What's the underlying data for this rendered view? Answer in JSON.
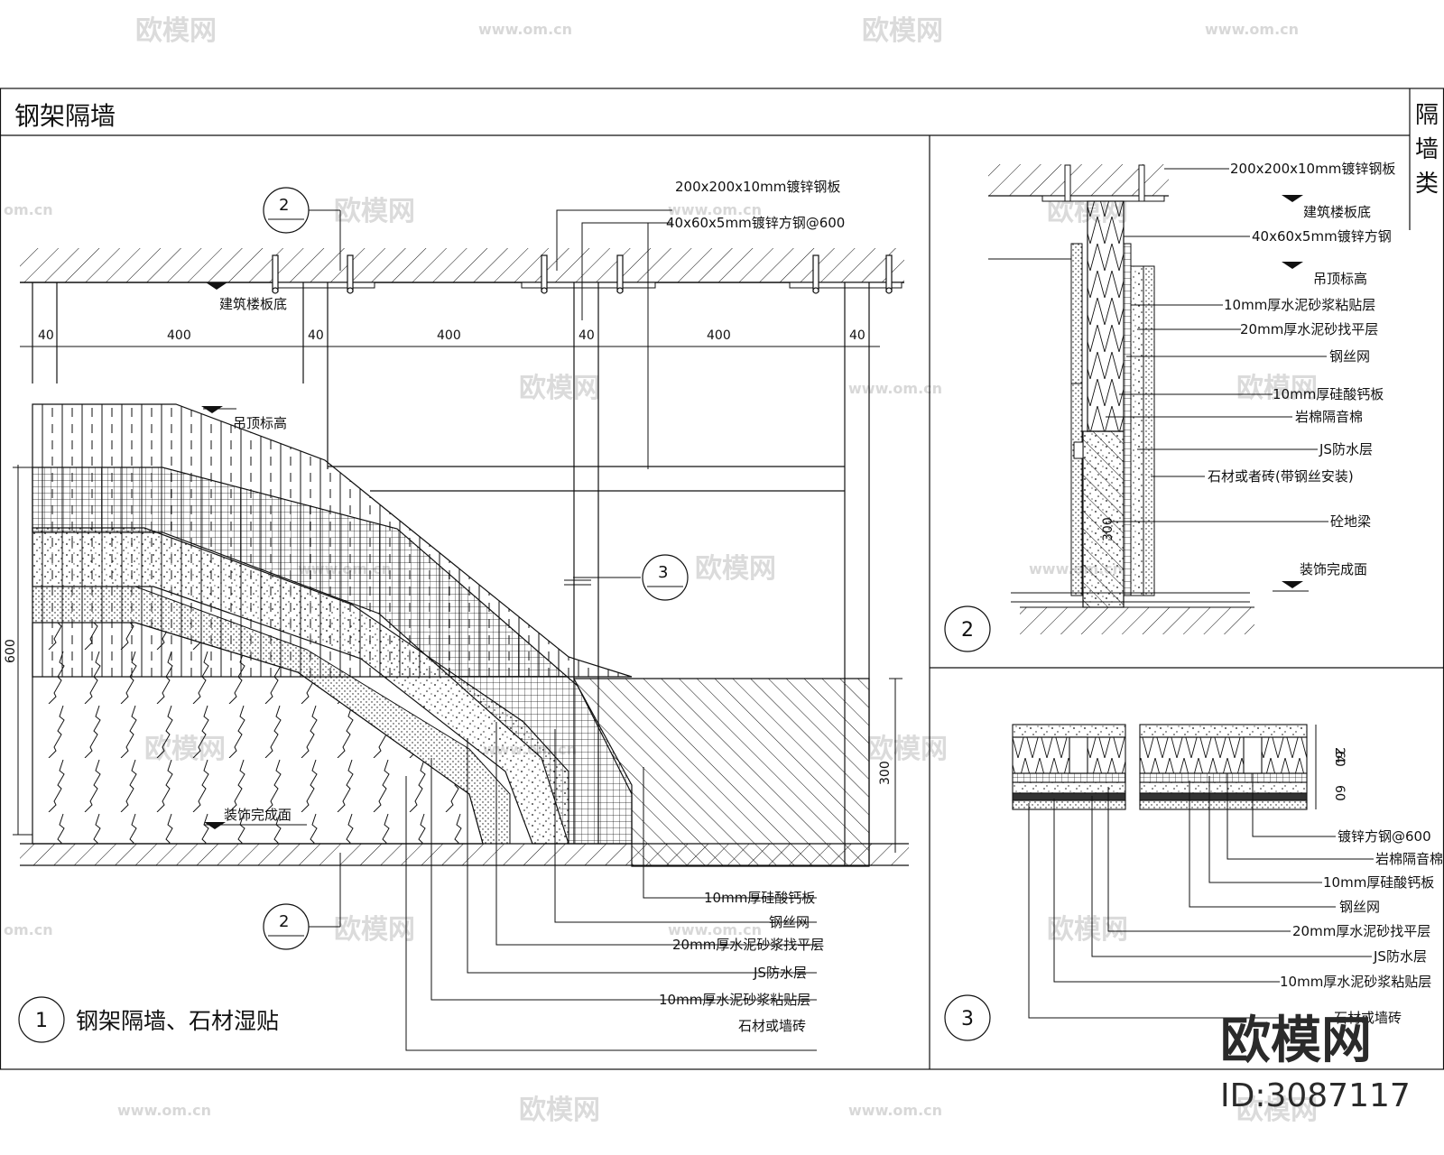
{
  "sheet": {
    "title": "钢架隔墙",
    "category": "隔墙类",
    "watermark_brand": "欧模网",
    "watermark_url": "www.om.cn",
    "watermark_url_short": "om.cn",
    "brand_logo": "欧模网",
    "id_label": "ID:3087117"
  },
  "detail1": {
    "number": "1",
    "title": "钢架隔墙、石材湿贴",
    "callout_top": "2",
    "callout_bottom": "2",
    "callout_mid": "3",
    "dims": [
      "40",
      "400",
      "40",
      "400",
      "40",
      "400",
      "40"
    ],
    "dim_left": "600",
    "dim_right": "300",
    "levels": {
      "slab": "建筑楼板底",
      "ceiling": "吊顶标高",
      "finish": "装饰完成面"
    },
    "leaders_top": [
      "200x200x10mm镀锌钢板",
      "40x60x5mm镀锌方钢@600"
    ],
    "leaders_bottom": [
      "10mm厚硅酸钙板",
      "钢丝网",
      "20mm厚水泥砂浆找平层",
      "JS防水层",
      "10mm厚水泥砂浆粘贴层",
      "石材或墙砖"
    ]
  },
  "detail2": {
    "number": "2",
    "dim": "300",
    "labels": [
      "200x200x10mm镀锌钢板",
      "建筑楼板底",
      "40x60x5mm镀锌方钢",
      "吊顶标高",
      "10mm厚水泥砂浆粘贴层",
      "20mm厚水泥砂找平层",
      "钢丝网",
      "10mm厚硅酸钙板",
      "岩棉隔音棉",
      "JS防水层",
      "石材或者砖(带钢丝安装)",
      "砼地梁",
      "装饰完成面"
    ]
  },
  "detail3": {
    "number": "3",
    "dims": [
      "24",
      "60",
      "60"
    ],
    "labels": [
      "镀锌方钢@600",
      "岩棉隔音棉",
      "10mm厚硅酸钙板",
      "钢丝网",
      "20mm厚水泥砂找平层",
      "JS防水层",
      "10mm厚水泥砂浆粘贴层",
      "石材或墙砖"
    ]
  }
}
